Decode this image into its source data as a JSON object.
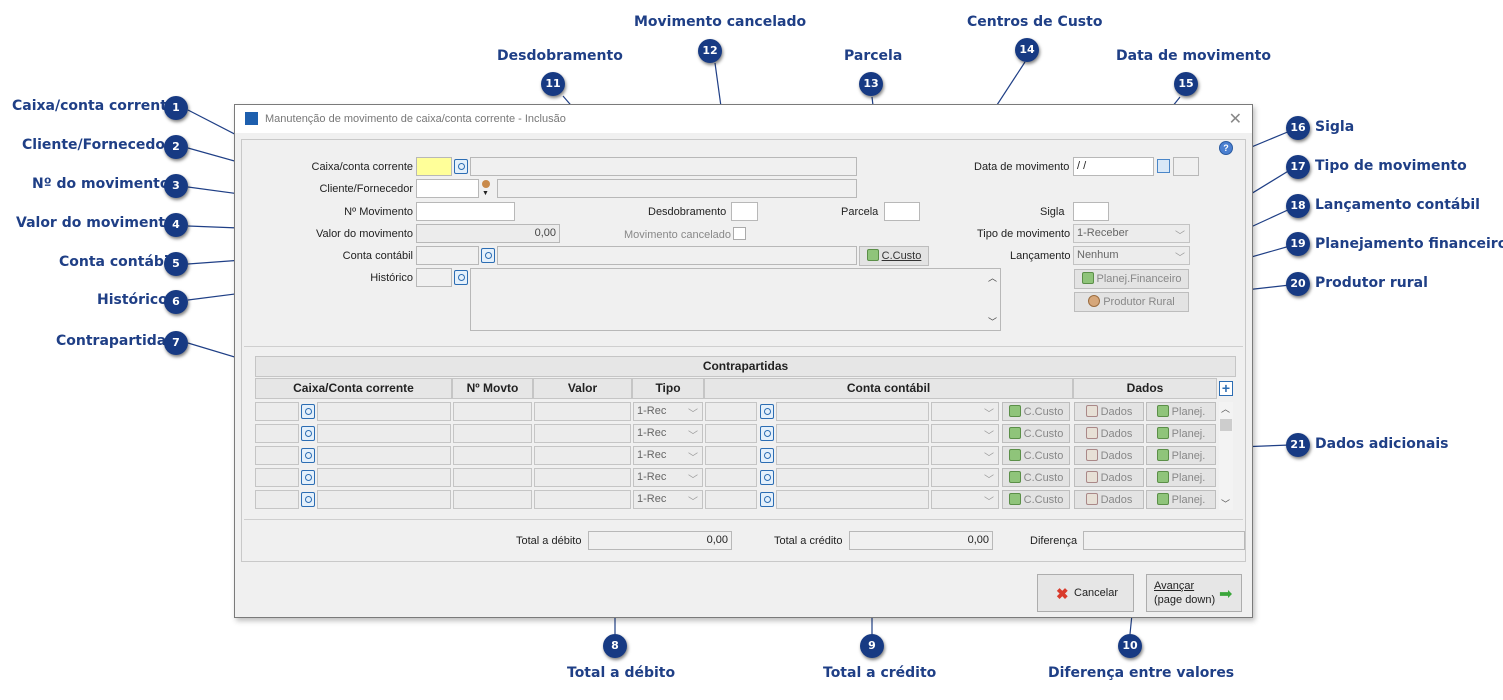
{
  "callouts": [
    {
      "n": "1",
      "label": "Caixa/conta corrente"
    },
    {
      "n": "2",
      "label": "Cliente/Fornecedor"
    },
    {
      "n": "3",
      "label": "Nº do movimento"
    },
    {
      "n": "4",
      "label": "Valor do movimento"
    },
    {
      "n": "5",
      "label": "Conta contábil"
    },
    {
      "n": "6",
      "label": "Histórico"
    },
    {
      "n": "7",
      "label": "Contrapartidas"
    },
    {
      "n": "8",
      "label": "Total a débito"
    },
    {
      "n": "9",
      "label": "Total a crédito"
    },
    {
      "n": "10",
      "label": "Diferença entre valores"
    },
    {
      "n": "11",
      "label": "Desdobramento"
    },
    {
      "n": "12",
      "label": "Movimento cancelado"
    },
    {
      "n": "13",
      "label": "Parcela"
    },
    {
      "n": "14",
      "label": "Centros de Custo"
    },
    {
      "n": "15",
      "label": "Data de movimento"
    },
    {
      "n": "16",
      "label": "Sigla"
    },
    {
      "n": "17",
      "label": "Tipo de movimento"
    },
    {
      "n": "18",
      "label": "Lançamento contábil"
    },
    {
      "n": "19",
      "label": "Planejamento financeiro"
    },
    {
      "n": "20",
      "label": "Produtor rural"
    },
    {
      "n": "21",
      "label": "Dados adicionais"
    }
  ],
  "window": {
    "title": "Manutenção de movimento de caixa/conta corrente - Inclusão",
    "close": "✕"
  },
  "form": {
    "caixa_label": "Caixa/conta corrente",
    "cliente_label": "Cliente/Fornecedor",
    "nmov_label": "Nº Movimento",
    "valor_label": "Valor do movimento",
    "valor_value": "0,00",
    "conta_label": "Conta contábil",
    "historico_label": "Histórico",
    "desdobramento_label": "Desdobramento",
    "cancelado_label": "Movimento cancelado",
    "parcela_label": "Parcela",
    "ccusto_button": "C.Custo",
    "data_label": "Data de movimento",
    "data_value": " / /",
    "sigla_label": "Sigla",
    "tipo_label": "Tipo de movimento",
    "tipo_value": "1-Receber",
    "lanc_label": "Lançamento",
    "lanc_value": "Nenhum",
    "planej_button": "Planej.Financeiro",
    "produtor_button": "Produtor Rural"
  },
  "grid": {
    "title": "Contrapartidas",
    "headers": [
      "Caixa/Conta corrente",
      "Nº Movto",
      "Valor",
      "Tipo",
      "Conta contábil",
      "Dados"
    ],
    "add": "+",
    "rows": [
      {
        "tipo": "1-Rec",
        "ccusto": "C.Custo",
        "dados": "Dados",
        "planej": "Planej."
      },
      {
        "tipo": "1-Rec",
        "ccusto": "C.Custo",
        "dados": "Dados",
        "planej": "Planej."
      },
      {
        "tipo": "1-Rec",
        "ccusto": "C.Custo",
        "dados": "Dados",
        "planej": "Planej."
      },
      {
        "tipo": "1-Rec",
        "ccusto": "C.Custo",
        "dados": "Dados",
        "planej": "Planej."
      },
      {
        "tipo": "1-Rec",
        "ccusto": "C.Custo",
        "dados": "Dados",
        "planej": "Planej."
      }
    ]
  },
  "totals": {
    "debito_label": "Total a débito",
    "debito_value": "0,00",
    "credito_label": "Total a crédito",
    "credito_value": "0,00",
    "diferenca_label": "Diferença",
    "diferenca_value": ""
  },
  "actions": {
    "cancel": "Cancelar",
    "next_line1": "Avançar",
    "next_line2": "(page down)"
  }
}
